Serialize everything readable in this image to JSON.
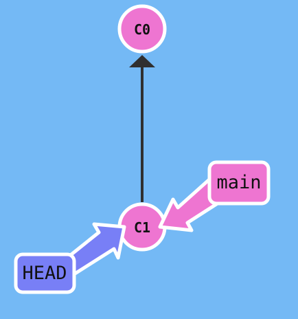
{
  "colors": {
    "background": "#74b9f5",
    "commit_fill": "#ee75d1",
    "branch_fill": "#ee75d1",
    "head_fill": "#787ff6",
    "stroke": "#ffffff",
    "edge": "#303030"
  },
  "commits": [
    {
      "id": "C0",
      "label": "C0"
    },
    {
      "id": "C1",
      "label": "C1"
    }
  ],
  "edges": [
    {
      "from": "C1",
      "to": "C0"
    }
  ],
  "refs": {
    "branch": {
      "label": "main",
      "points_to": "C1"
    },
    "head": {
      "label": "HEAD",
      "points_to": "C1"
    }
  }
}
